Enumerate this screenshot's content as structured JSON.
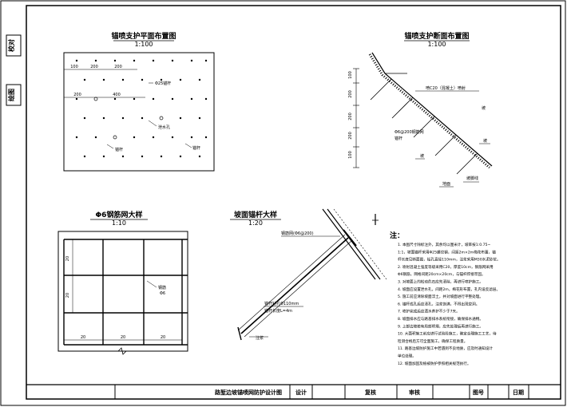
{
  "side_labels": {
    "top": "校对",
    "bottom": "绘图"
  },
  "plan": {
    "title": "锚喷支护平面布置图",
    "scale": "1:100",
    "dims_top": [
      "100",
      "200",
      "200"
    ],
    "dim_mid_left": "200",
    "dim_mid_right": "400",
    "labels": {
      "anchor": "Φ25锚杆",
      "drain": "泄水孔",
      "pipe": "锚杆"
    }
  },
  "section": {
    "title": "锚喷支护断面布置图",
    "scale": "1:100",
    "dims": [
      "100",
      "200",
      "200",
      "200",
      "100"
    ],
    "labels": {
      "shotcrete": "喷C20（混凝土）喷射",
      "mesh": "Φ6@200钢筋网",
      "rebar": "锚杆",
      "slope_a": "坡",
      "slope_b": "坡",
      "foot": "坡脚线",
      "ground": "地面"
    }
  },
  "mesh": {
    "title": "Φ6钢筋网大样",
    "scale": "1:10",
    "dims_side": [
      "20",
      "20"
    ],
    "dims_bottom": [
      "20",
      "20",
      "20"
    ],
    "tag_line1": "钢筋",
    "tag_line2": "Φ6"
  },
  "anchor": {
    "title": "坡面锚杆大样",
    "scale": "1:20",
    "labels": {
      "top": "钢筋网(Φ6@200)",
      "bar": "锚杆钻孔Φ110mm",
      "bar2": "锚杆长度L=4m",
      "end": "注浆"
    }
  },
  "notes": {
    "heading": "注：",
    "items": [
      "1. 本图尺寸除标注外，其余均以厘米计，坡率按1:0.75~",
      "   1:1，坡面锚杆采用Φ25螺纹钢，间距2m×2m梅花布置，锚",
      "   杆长度见断面图，钻孔直径110mm，注浆采用M30水泥砂浆。",
      "2. 喷射混凝土强度等级采用C20，厚度10cm，钢筋网采用",
      "   Φ6钢筋，网格间距20cm×20cm，与锚杆焊接牢固。",
      "3. 对坡面上的松动危石应先清除，再进行喷护施工。",
      "4. 坡面应设置泄水孔，间距2m，梅花形布置，孔内设反滤层。",
      "5. 施工前应清除坡面浮土，并对坡面进行平整处理。",
      "6. 锚杆成孔后应清孔，注浆饱满，不得出现空洞。",
      "7. 喷护完成后应洒水养护不少于7天。",
      "8. 坡面排水应与路基排水系统衔接，确保排水通畅。",
      "9. 上部边坡若有局部坍塌，应先处理后再进行施工。",
      "10. 大面积施工前应进行试验段施工，确定合理施工工艺，待",
      "    检测合格后方可全面施工，确保工程质量。",
      "11. 路基边坡防护施工中若遇到不良地质，应及时通知设计",
      "    单位处理。",
      "12. 坡面加固及植被防护参照相关规范执行。"
    ]
  },
  "title_block": {
    "drawing_title": "路堑边坡锚喷网防护设计图",
    "design": "设计",
    "review": "复核",
    "approve": "审核",
    "drawing_no_label": "图号",
    "date_label": "日期"
  }
}
